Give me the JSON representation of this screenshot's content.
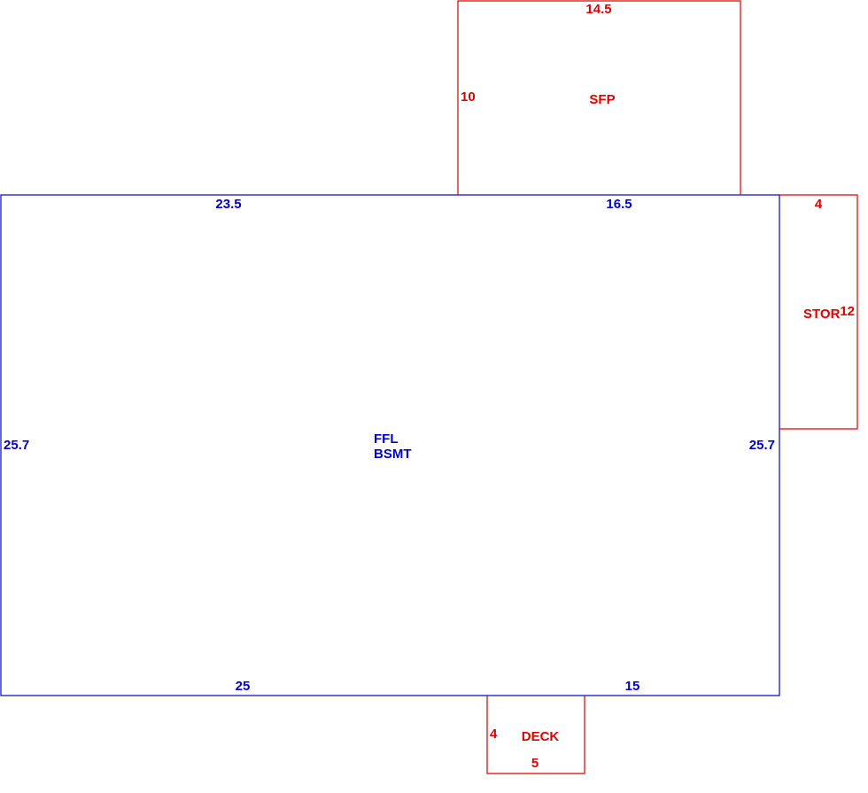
{
  "colors": {
    "main_structure": "#0000cc",
    "additions": "#dd0000",
    "background": "#ffffff"
  },
  "rooms": {
    "main": {
      "label_line1": "FFL",
      "label_line2": "BSMT",
      "dimensions": {
        "top_left": "23.5",
        "top_right": "16.5",
        "left": "25.7",
        "right": "25.7",
        "bottom_left": "25",
        "bottom_right": "15"
      }
    },
    "sfp": {
      "label": "SFP",
      "dimensions": {
        "top": "14.5",
        "left": "10"
      }
    },
    "stor": {
      "label": "STOR",
      "dimensions": {
        "top": "4",
        "right": "12"
      }
    },
    "deck": {
      "label": "DECK",
      "dimensions": {
        "left": "4",
        "bottom": "5"
      }
    }
  }
}
